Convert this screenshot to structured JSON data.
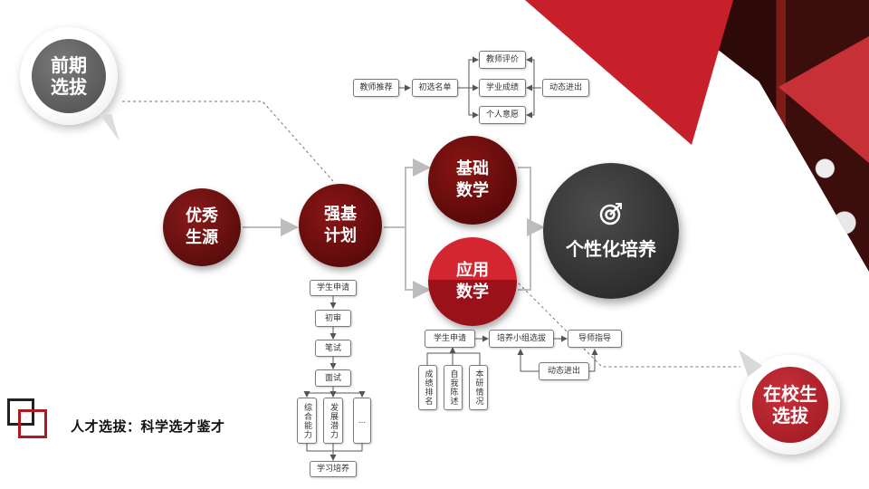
{
  "colors": {
    "dark_red": "#4a0808",
    "red": "#c8202a",
    "dark_gray": "#2b2b2b",
    "connector": "#555555"
  },
  "callouts": {
    "pre_selection": "前期\n选拔",
    "in_school": "在校生\n选拔"
  },
  "nodes": {
    "excellent_students": "优秀\n生源",
    "strong_base": "强基\n计划",
    "basic_math": "基础\n数学",
    "applied_math": "应用\n数学",
    "personalized": "个性化培养"
  },
  "pre_flow": {
    "teacher_recommend": "教师推荐",
    "initial_list": "初选名单",
    "teacher_eval": "教师评价",
    "academic": "学业成绩",
    "personal_will": "个人意愿",
    "dynamic": "动态进出"
  },
  "strong_base_flow": {
    "apply": "学生申请",
    "review": "初审",
    "written": "笔试",
    "interview": "面试",
    "ability": "综合能力",
    "potential": "发展潜力",
    "more": "...",
    "training": "学习培养"
  },
  "applied_flow": {
    "apply": "学生申请",
    "group_select": "培养小组选拔",
    "mentor": "导师指导",
    "dynamic": "动态进出",
    "grades_rank": "成绩排名",
    "self_statement": "自我陈述",
    "research": "本研情况"
  },
  "footer": {
    "caption": "人才选拔：科学选才鉴才"
  },
  "icons": {
    "target": "target-icon",
    "logo": "logo-squares"
  }
}
